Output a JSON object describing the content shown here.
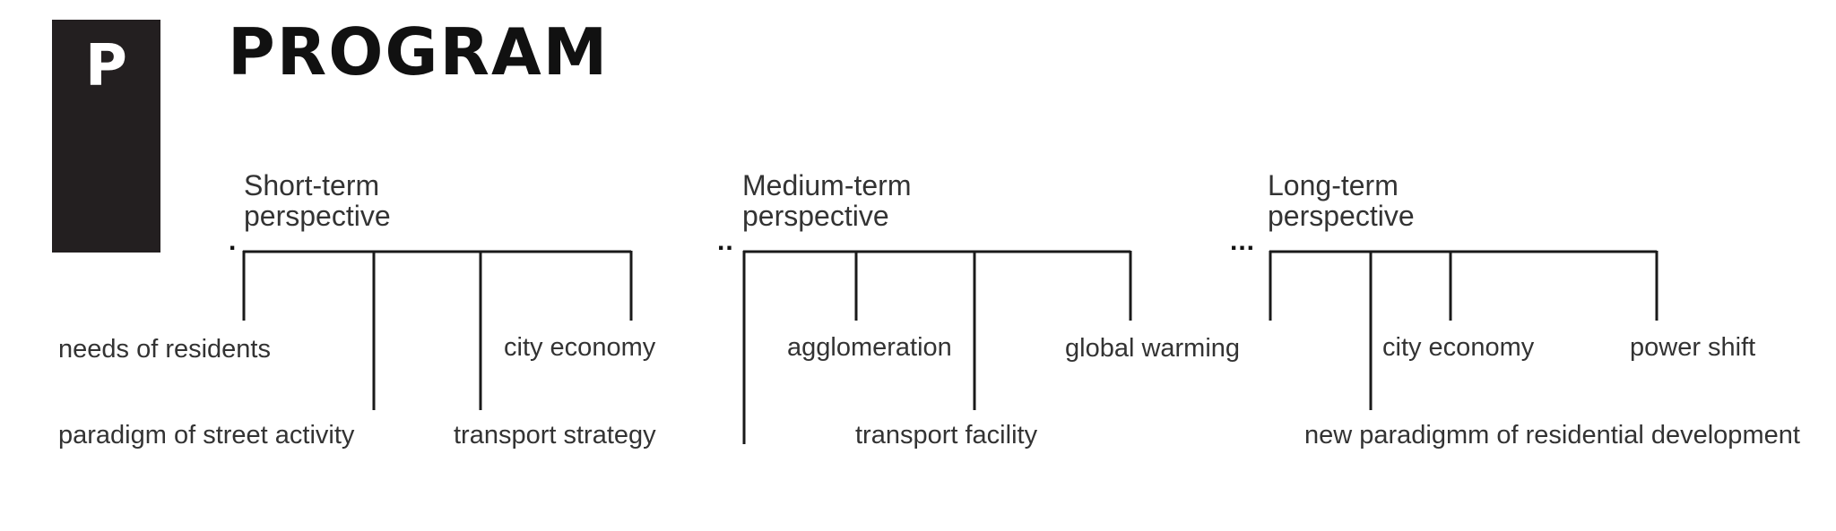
{
  "badge": {
    "letter": "P"
  },
  "title": "PROGRAM",
  "groups": [
    {
      "dots": ".",
      "heading": [
        "Short-term",
        "perspective"
      ],
      "items": [
        "needs of residents",
        "paradigm of street activity",
        "transport strategy",
        "city economy"
      ]
    },
    {
      "dots": "..",
      "heading": [
        "Medium-term",
        "perspective"
      ],
      "items": [
        "agglomeration",
        "transport facility",
        "global warming"
      ]
    },
    {
      "dots": "...",
      "heading": [
        "Long-term",
        "perspective"
      ],
      "items": [
        "new paradigmm of residential development",
        "city economy",
        "power shift"
      ]
    }
  ]
}
